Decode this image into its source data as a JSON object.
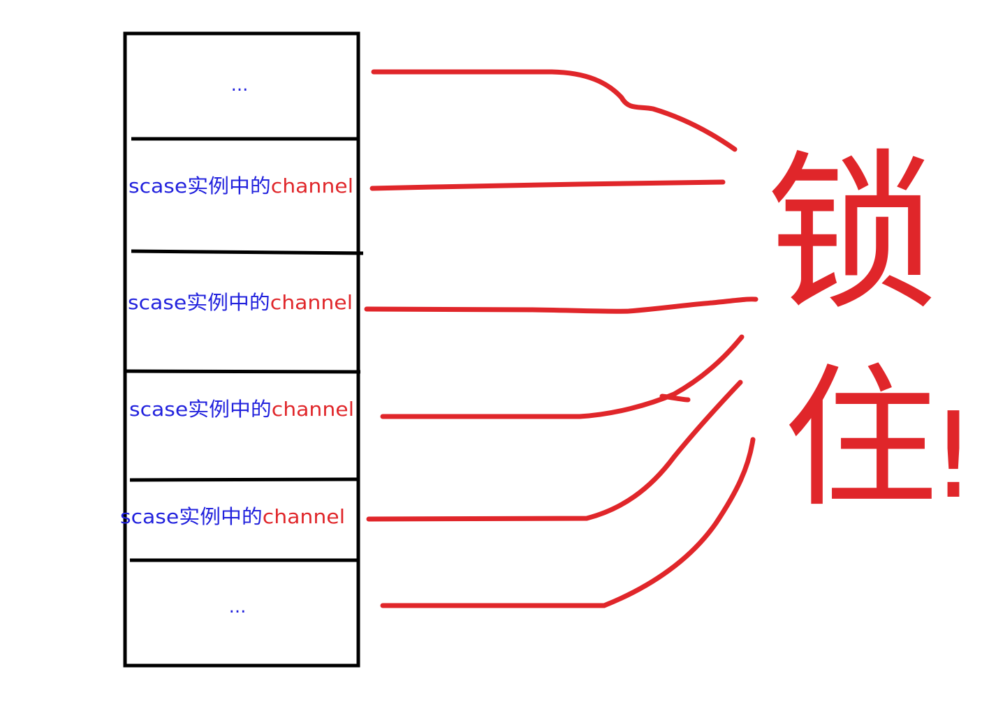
{
  "colors": {
    "border": "#000000",
    "label_blue": "#2222dd",
    "label_red": "#e0262a",
    "ink_red": "#e0262a"
  },
  "stack": {
    "cells": [
      {
        "kind": "ellipsis",
        "text": "..."
      },
      {
        "kind": "label",
        "prefix": "scase实例中的",
        "suffix": "channel"
      },
      {
        "kind": "label",
        "prefix": "scase实例中的",
        "suffix": "channel"
      },
      {
        "kind": "label",
        "prefix": "scase实例中的",
        "suffix": "channel"
      },
      {
        "kind": "label",
        "prefix": "scase实例中的",
        "suffix": "channel"
      },
      {
        "kind": "ellipsis",
        "text": "..."
      }
    ]
  },
  "annotation": {
    "chars": [
      "锁",
      "住",
      "!"
    ]
  }
}
